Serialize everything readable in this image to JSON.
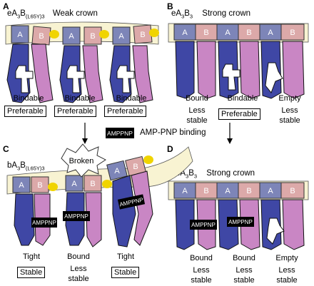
{
  "panel_a": {
    "letter": "A",
    "title_main": "eA",
    "title_s1": "3",
    "title_b": "B",
    "title_s2": "(L65Y)3",
    "crown": "Weak crown",
    "labels": [
      "Bindable",
      "Bindable",
      "Bindable"
    ],
    "sublabels": [
      "Preferable",
      "Preferable",
      "Preferable"
    ]
  },
  "panel_b": {
    "letter": "B",
    "title_main": "eA",
    "title_s1": "3",
    "title_b": "B",
    "title_s2": "3",
    "crown": "Strong crown",
    "labels": [
      "Bound",
      "Bindable",
      "Empty"
    ],
    "sub1": "Less\nstable",
    "sub2": "Preferable",
    "sub3": "Less\nstable"
  },
  "panel_c": {
    "letter": "C",
    "title_main": "bA",
    "title_s1": "3",
    "title_b": "B",
    "title_s2": "(L65Y)3",
    "broken": "Broken",
    "labels": [
      "Tight",
      "Bound",
      "Tight"
    ],
    "sub1": "Stable",
    "sub2": "Less\nstable",
    "sub3": "Stable"
  },
  "panel_d": {
    "letter": "D",
    "title_main": "bA",
    "title_s1": "3",
    "title_b": "B",
    "title_s2": "3",
    "crown": "Strong crown",
    "labels": [
      "Bound",
      "Bound",
      "Empty"
    ],
    "sub1": "Less\nstable",
    "sub2": "Less\nstable",
    "sub3": "Less\nstable"
  },
  "legend": {
    "chip": "AMPPNP",
    "text": "AMP-PNP binding"
  },
  "subunit_a": "A",
  "subunit_b": "B",
  "ligand": "AMPPNP",
  "colors": {
    "blue": "#3f47a5",
    "pink": "#c986c4",
    "a_box": "#7d85b8",
    "b_box": "#dca9a9",
    "crown": "#f8f3d2",
    "yellow": "#f0d400"
  }
}
